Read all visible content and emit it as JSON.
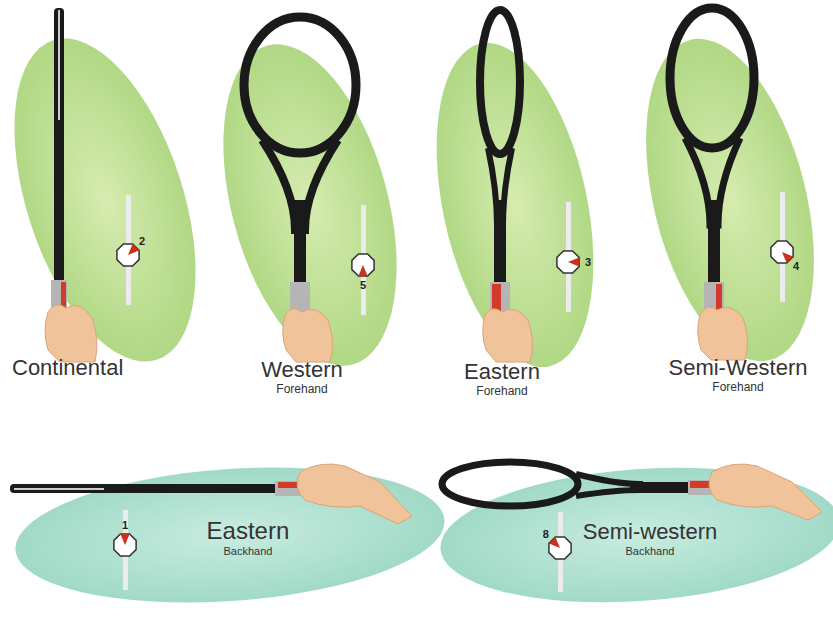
{
  "diagram": {
    "labels": [
      "Continental",
      "2",
      "Western",
      "Forehand",
      "5",
      "Eastern",
      "Forehand",
      "3",
      "Semi-Western",
      "Forehand",
      "4",
      "Eastern",
      "Backhand",
      "1",
      "Semi-western",
      "Backhand",
      "8"
    ]
  }
}
